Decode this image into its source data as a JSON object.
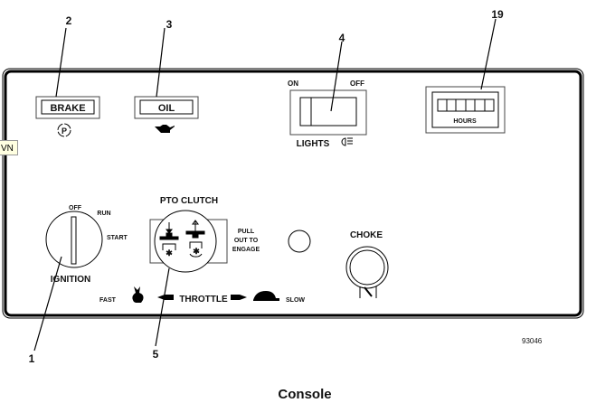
{
  "callouts": {
    "brake": "2",
    "oil": "3",
    "lights": "4",
    "hours": "19",
    "ignition": "1",
    "pto": "5"
  },
  "brake_label": "BRAKE",
  "brake_symbol": "P",
  "oil_label": "OIL",
  "lights": {
    "on": "ON",
    "off": "OFF",
    "label": "LIGHTS"
  },
  "hours_label": "HOURS",
  "ignition": {
    "off": "OFF",
    "run": "RUN",
    "start": "START",
    "label": "IGNITION"
  },
  "pto": {
    "title": "PTO CLUTCH",
    "line1": "PULL",
    "line2": "OUT TO",
    "line3": "ENGAGE"
  },
  "choke_label": "CHOKE",
  "throttle": {
    "fast": "FAST",
    "label": "THROTTLE",
    "slow": "SLOW"
  },
  "figure_number": "93046",
  "caption": "Console",
  "tooltip": "VN"
}
